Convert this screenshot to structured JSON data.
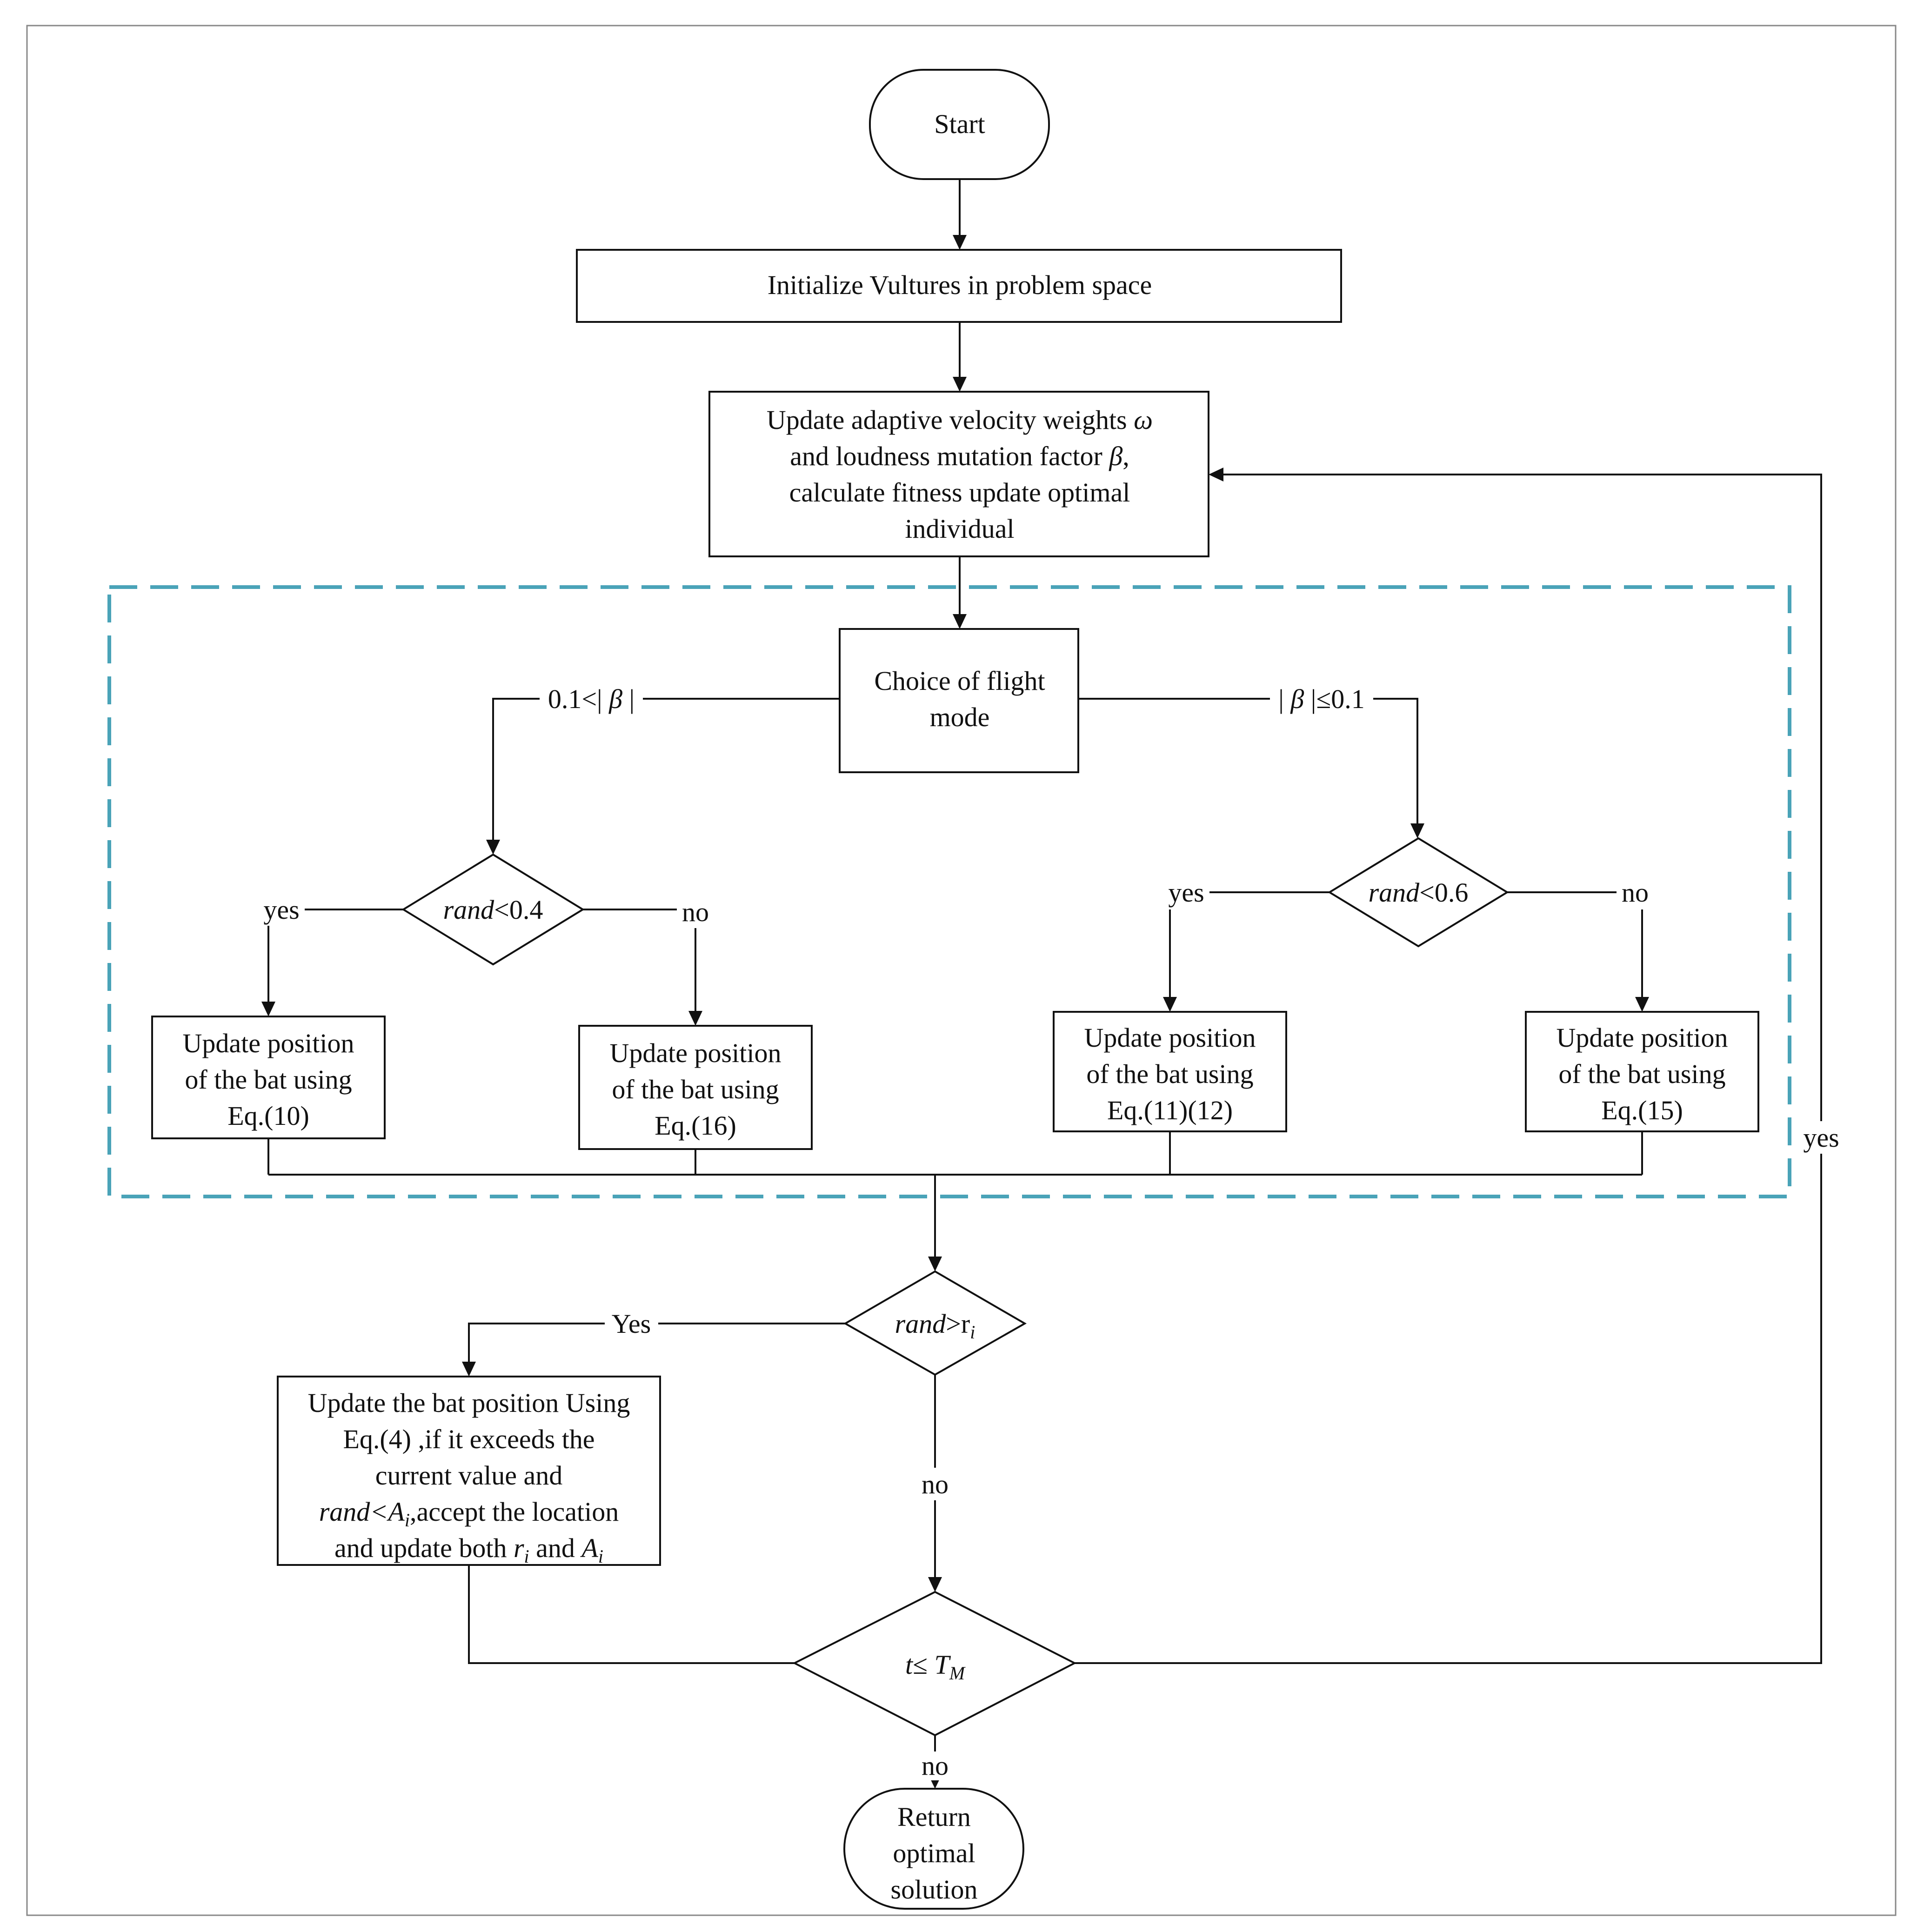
{
  "colors": {
    "dashed_region": "#4aa3b8",
    "stroke": "#111111",
    "background": "#ffffff"
  },
  "start": "Start",
  "init": "Initialize Vultures in problem space",
  "update_weights": {
    "line1_pre": "Update adaptive velocity weights ",
    "omega": "ω",
    "line2_pre": "and loudness mutation factor ",
    "beta": "β",
    "line2_post": ",",
    "line3": "calculate fitness update optimal",
    "line4": "individual"
  },
  "flight_mode": {
    "line1": "Choice of flight",
    "line2": "mode"
  },
  "branch_left": {
    "pre": "0.1<| ",
    "beta": "β",
    "post": " |"
  },
  "branch_right": {
    "pre": "| ",
    "beta": "β",
    "post": " |≤0.1"
  },
  "decision_left": {
    "var": "rand",
    "rest": "<0.4",
    "yes": "yes",
    "no": "no"
  },
  "decision_right": {
    "var": "rand",
    "rest": "<0.6",
    "yes": "yes",
    "no": "no"
  },
  "update_boxes": [
    {
      "line1": "Update position",
      "line2": "of the bat using",
      "line3": "Eq.(10)"
    },
    {
      "line1": "Update position",
      "line2": "of the bat using",
      "line3": "Eq.(16)"
    },
    {
      "line1": "Update position",
      "line2": "of the bat using",
      "line3": "Eq.(11)(12)"
    },
    {
      "line1": "Update position",
      "line2": "of the bat using",
      "line3": "Eq.(15)"
    }
  ],
  "decision_r": {
    "var": "rand",
    "rest": ">r",
    "sub": "i",
    "yes": "Yes",
    "no": "no"
  },
  "update_bat": {
    "line1": "Update the bat position Using",
    "line2": "Eq.(4) ,if it exceeds the",
    "line3": "current value and",
    "line4_var": "rand",
    "line4_mid": "<A",
    "line4_sub": "i",
    "line4_post": ",accept the location",
    "line5_pre": "and update both ",
    "line5_r": "r",
    "line5_r_sub": "i",
    "line5_and": " and ",
    "line5_a": "A",
    "line5_a_sub": "i"
  },
  "decision_t": {
    "var": "t",
    "op": "≤ ",
    "T": "T",
    "sub": "M",
    "yes": "yes",
    "no": "no"
  },
  "return": {
    "line1": "Return",
    "line2": "optimal",
    "line3": "solution"
  }
}
